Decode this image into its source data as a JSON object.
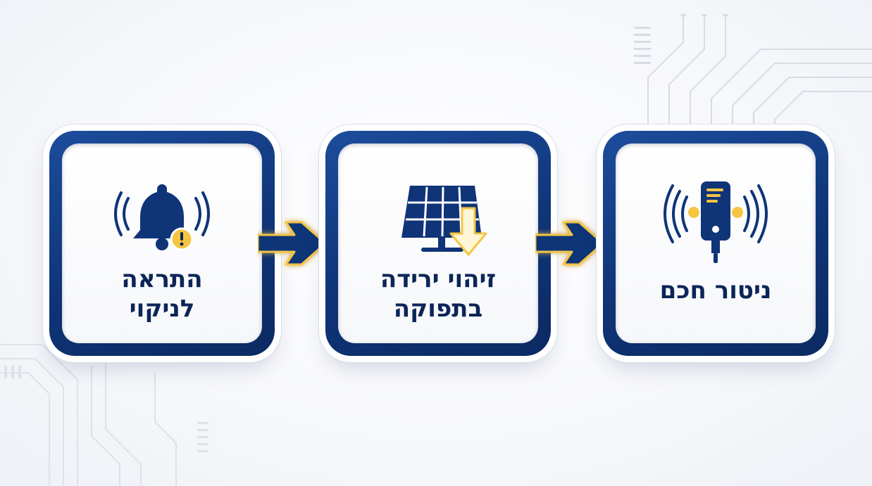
{
  "steps": [
    {
      "label_line1": "התראה",
      "label_line2": "לניקוי",
      "icon": "bell-alert-icon"
    },
    {
      "label_line1": "זיהוי ירידה",
      "label_line2": "בתפוקה",
      "icon": "solar-panel-down-icon"
    },
    {
      "label_line1": "ניטור חכם",
      "label_line2": "",
      "icon": "smart-sensor-icon"
    }
  ],
  "colors": {
    "navy": "#0f3477",
    "gold": "#f5c542",
    "text": "#0c2558"
  }
}
